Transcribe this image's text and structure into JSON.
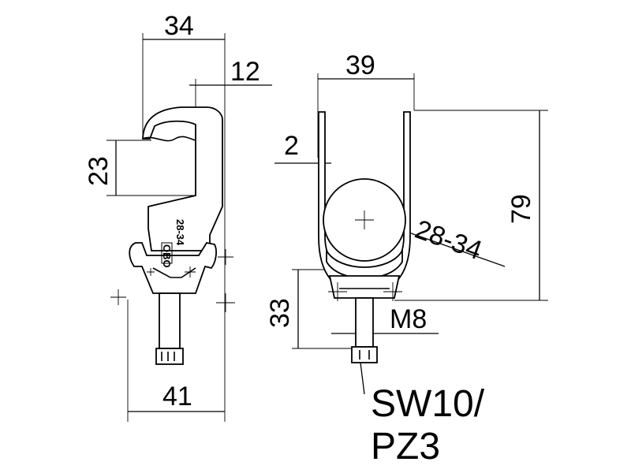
{
  "dimensions": {
    "side_width_top": "34",
    "side_offset": "12",
    "side_height": "23",
    "side_width_bottom": "41",
    "front_width": "39",
    "wall_thickness": "2",
    "cable_range": "28-34",
    "total_height": "79",
    "bolt_height": "33",
    "thread": "M8"
  },
  "callout": {
    "line1": "SW10/",
    "line2": "PZ3"
  },
  "stamp": {
    "range": "28-34",
    "brand": "OBO"
  }
}
